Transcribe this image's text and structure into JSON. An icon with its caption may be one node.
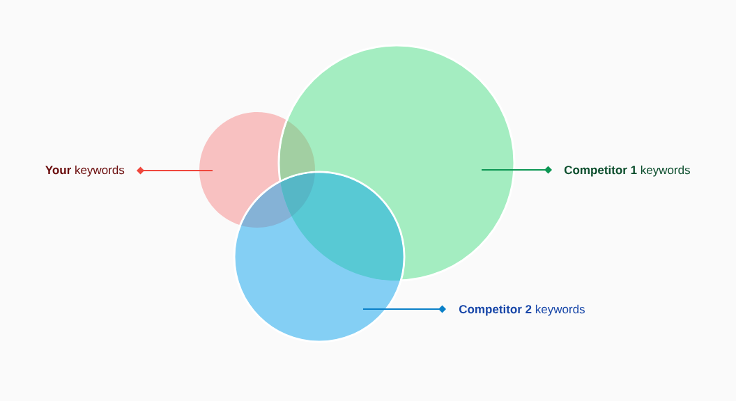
{
  "diagram": {
    "nodes": [
      {
        "text": [
          "**Your** keywords"
        ]
      },
      {
        "text": [],
        "shape": "circle"
      },
      {
        "text": [],
        "shape": "circle"
      },
      {
        "text": [],
        "shape": "circle"
      },
      {
        "text": [
          "**Competitor 1** keywords"
        ]
      },
      {
        "text": [
          "**Competitor 2** keywords"
        ]
      }
    ],
    "edges": [
      {
        "from": 0,
        "to": 1,
        "arrow": "other",
        "color": "#ef473d"
      },
      {
        "from": 4,
        "to": 2,
        "arrow": "other",
        "color": "#0c9653"
      },
      {
        "from": 5,
        "to": 3,
        "arrow": "other",
        "color": "#0a80c8"
      }
    ]
  }
}
